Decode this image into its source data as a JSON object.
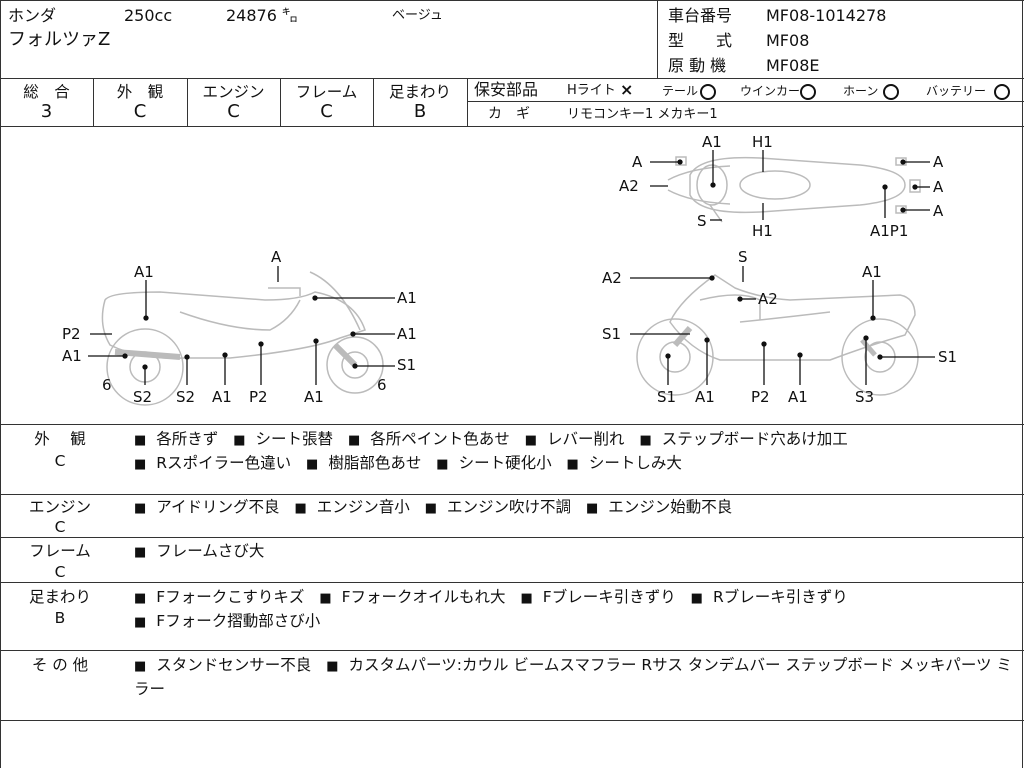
{
  "header": {
    "maker": "ホンダ",
    "displacement": "250cc",
    "mileage": "24876 ㌔",
    "color": "ベージュ",
    "model_name": "フォルツァZ",
    "frame_no_label": "車台番号",
    "frame_no": "MF08-1014278",
    "type_label": "型　　式",
    "type_value": "MF08",
    "engine_label": "原 動 機",
    "engine_value": "MF08E"
  },
  "grades": {
    "overall_label": "総　合",
    "overall": "3",
    "exterior_label": "外　観",
    "exterior": "C",
    "engine_label": "エンジン",
    "engine": "C",
    "frame_label": "フレーム",
    "frame": "C",
    "suspension_label": "足まわり",
    "suspension": "B"
  },
  "safety": {
    "label": "保安部品",
    "headlight": "Hライト",
    "headlight_mark": "×",
    "tail": "テール",
    "winker": "ウインカー",
    "horn": "ホーン",
    "battery": "バッテリー",
    "key_label": "カ　ギ",
    "key_value": "リモコンキー1 メカキー1"
  },
  "diagram_labels": {
    "top": [
      "A1",
      "H1",
      "A",
      "A2",
      "S",
      "H1",
      "A",
      "A",
      "A",
      "A1P1"
    ],
    "left": [
      "A",
      "A1",
      "A1",
      "P2",
      "A1",
      "A1",
      "S1",
      "6",
      "6",
      "S2",
      "S2",
      "A1",
      "P2",
      "A1"
    ],
    "right": [
      "S",
      "A2",
      "A1",
      "A2",
      "S1",
      "S1",
      "S1",
      "A1",
      "P2",
      "A1",
      "S3"
    ]
  },
  "notes": [
    {
      "label": "外　 観",
      "grade": "C",
      "items": [
        "各所きず",
        "シート張替",
        "各所ペイント色あせ",
        "レバー削れ",
        "ステップボード穴あけ加工",
        "Rスポイラー色違い",
        "樹脂部色あせ",
        "シート硬化小",
        "シートしみ大"
      ]
    },
    {
      "label": "エンジン",
      "grade": "C",
      "items": [
        "アイドリング不良",
        "エンジン音小",
        "エンジン吹け不調",
        "エンジン始動不良"
      ]
    },
    {
      "label": "フレーム",
      "grade": "C",
      "items": [
        "フレームさび大"
      ]
    },
    {
      "label": "足まわり",
      "grade": "B",
      "items": [
        "Fフォークこすりキズ",
        "Fフォークオイルもれ大",
        "Fブレーキ引きずり",
        "Rブレーキ引きずり",
        "Fフォーク摺動部さび小"
      ]
    },
    {
      "label": "そ の 他",
      "grade": "",
      "items": [
        "スタンドセンサー不良",
        "カスタムパーツ:カウル ビームスマフラー Rサス タンデムバー ステップボード メッキパーツ ミラー"
      ]
    }
  ]
}
